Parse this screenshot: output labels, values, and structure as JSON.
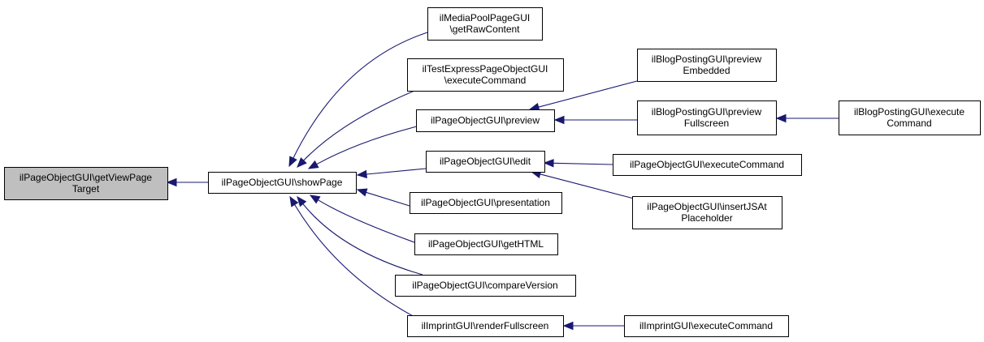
{
  "nodes": [
    {
      "id": "n0",
      "lines": [
        "ilPageObjectGUI\\getViewPage",
        "Target"
      ],
      "root": true
    },
    {
      "id": "n1",
      "lines": [
        "ilPageObjectGUI\\showPage"
      ]
    },
    {
      "id": "n2",
      "lines": [
        "ilMediaPoolPageGUI",
        "\\getRawContent"
      ]
    },
    {
      "id": "n3",
      "lines": [
        "ilTestExpressPageObjectGUI",
        "\\executeCommand"
      ]
    },
    {
      "id": "n4",
      "lines": [
        "ilPageObjectGUI\\preview"
      ]
    },
    {
      "id": "n5",
      "lines": [
        "ilPageObjectGUI\\edit"
      ]
    },
    {
      "id": "n6",
      "lines": [
        "ilPageObjectGUI\\presentation"
      ]
    },
    {
      "id": "n7",
      "lines": [
        "ilPageObjectGUI\\getHTML"
      ]
    },
    {
      "id": "n8",
      "lines": [
        "ilPageObjectGUI\\compareVersion"
      ]
    },
    {
      "id": "n9",
      "lines": [
        "ilImprintGUI\\renderFullscreen"
      ]
    },
    {
      "id": "n10",
      "lines": [
        "ilBlogPostingGUI\\preview",
        "Embedded"
      ]
    },
    {
      "id": "n11",
      "lines": [
        "ilBlogPostingGUI\\preview",
        "Fullscreen"
      ]
    },
    {
      "id": "n12",
      "lines": [
        "ilPageObjectGUI\\executeCommand"
      ]
    },
    {
      "id": "n13",
      "lines": [
        "ilPageObjectGUI\\insertJSAt",
        "Placeholder"
      ]
    },
    {
      "id": "n14",
      "lines": [
        "ilImprintGUI\\executeCommand"
      ]
    },
    {
      "id": "n15",
      "lines": [
        "ilBlogPostingGUI\\execute",
        "Command"
      ]
    }
  ],
  "edges": [
    {
      "from": "n1",
      "to": "n0"
    },
    {
      "from": "n2",
      "to": "n1"
    },
    {
      "from": "n3",
      "to": "n1"
    },
    {
      "from": "n4",
      "to": "n1"
    },
    {
      "from": "n5",
      "to": "n1"
    },
    {
      "from": "n6",
      "to": "n1"
    },
    {
      "from": "n7",
      "to": "n1"
    },
    {
      "from": "n8",
      "to": "n1"
    },
    {
      "from": "n9",
      "to": "n1"
    },
    {
      "from": "n10",
      "to": "n4"
    },
    {
      "from": "n11",
      "to": "n4"
    },
    {
      "from": "n12",
      "to": "n5"
    },
    {
      "from": "n13",
      "to": "n5"
    },
    {
      "from": "n14",
      "to": "n9"
    },
    {
      "from": "n15",
      "to": "n11"
    }
  ],
  "colors": {
    "edge": "#191970",
    "root_fill": "#bfbfbf",
    "node_fill": "#ffffff",
    "node_stroke": "#000000"
  }
}
